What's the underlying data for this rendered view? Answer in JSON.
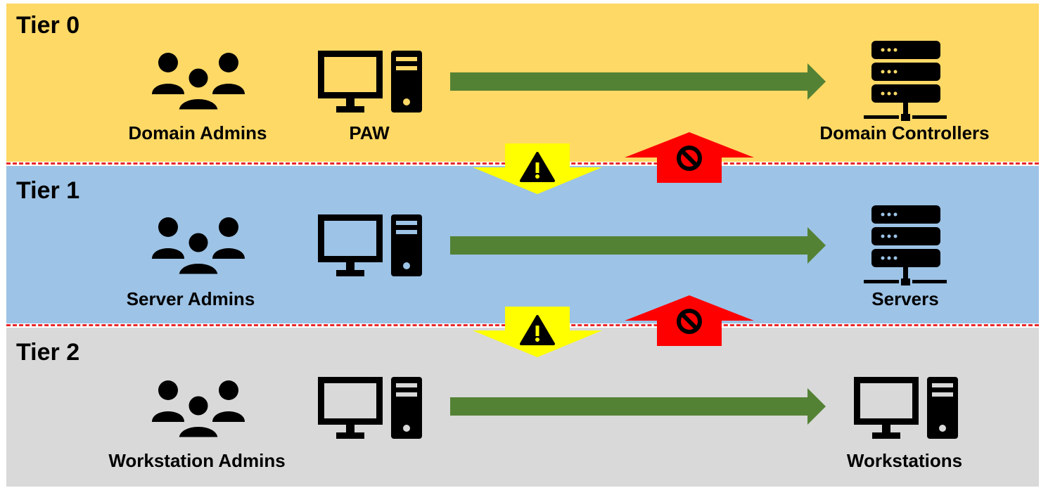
{
  "tiers": [
    {
      "title": "Tier 0",
      "admins": "Domain Admins",
      "workstation": "PAW",
      "target": "Domain Controllers"
    },
    {
      "title": "Tier 1",
      "admins": "Server Admins",
      "workstation": "",
      "target": "Servers"
    },
    {
      "title": "Tier 2",
      "admins": "Workstation Admins",
      "workstation": "",
      "target": "Workstations"
    }
  ],
  "colors": {
    "tier0_bg": "#ffd966",
    "tier1_bg": "#9dc3e6",
    "tier2_bg": "#d9d9d9",
    "allowed_arrow": "#548235",
    "warning_arrow": "#ffff00",
    "blocked_arrow": "#ff0000",
    "divider": "#e8282c"
  },
  "icons": {
    "admins": "admin-group-icon",
    "workstation": "computer-icon",
    "server": "server-icon",
    "warning": "warning-icon",
    "blocked": "no-entry-icon"
  }
}
